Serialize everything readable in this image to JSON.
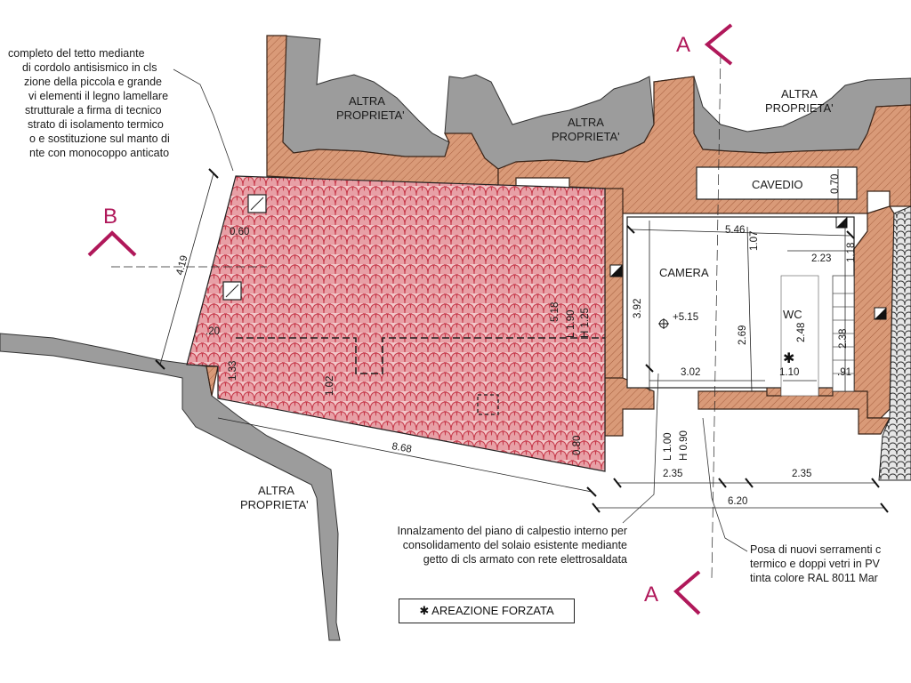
{
  "notes": {
    "top_left": [
      "completo del tetto mediante",
      "di cordolo antisismico in cls",
      "zione della piccola e grande",
      "vi elementi il legno lamellare",
      "strutturale a firma di tecnico",
      "strato di isolamento termico",
      "o e sostituzione sul manto di",
      "nte con monocoppo anticato"
    ],
    "middle": [
      "Innalzamento del piano di calpestio interno per",
      "consolidamento del solaio esistente mediante",
      "getto di cls armato con rete elettrosaldata"
    ],
    "right": [
      "Posa di nuovi serramenti c",
      "termico e doppi vetri in PV",
      "tinta colore RAL 8011 Mar"
    ]
  },
  "rooms": {
    "camera": "CAMERA",
    "wc": "WC",
    "cavedio": "CAVEDIO",
    "altra_1": [
      "ALTRA",
      "PROPRIETA'"
    ],
    "altra_2": [
      "ALTRA",
      "PROPRIETA'"
    ],
    "altra_3": [
      "ALTRA",
      "PROPRIETA'"
    ],
    "altra_4": [
      "ALTRA",
      "PROPRIETA'"
    ]
  },
  "section_marks": {
    "a_top": "A",
    "a_bottom": "A",
    "b": "B"
  },
  "dimensions": {
    "d_546": "5.46",
    "d_070": "0.70",
    "d_107": "1.07",
    "d_223": "2.23",
    "d_118": "1.18",
    "d_392": "3.92",
    "d_269": "2.69",
    "d_248": "2.48",
    "d_238": "2.38",
    "d_302": "3.02",
    "d_110": "1.10",
    "d_091": ".91",
    "d_515": "+5.15",
    "d_419": "4.19",
    "d_060": "0.60",
    "d_020": ".20",
    "d_133": "1.33",
    "d_102": "1.02",
    "d_868": "8.68",
    "d_080": "0.80",
    "d_518": "5.18",
    "d_L190": "L 1.90",
    "d_H125": "H 1.25",
    "d_L100": "L 1.00",
    "d_H090": "H 0.90",
    "d_235a": "2.35",
    "d_235b": "2.35",
    "d_620": "6.20"
  },
  "legend": "✱ AREAZIONE FORZATA",
  "colors": {
    "wall": "#d99a78",
    "roof_tile": "#c6394a",
    "neighbour": "#9c9c9c",
    "section_mark": "#b0185a"
  }
}
